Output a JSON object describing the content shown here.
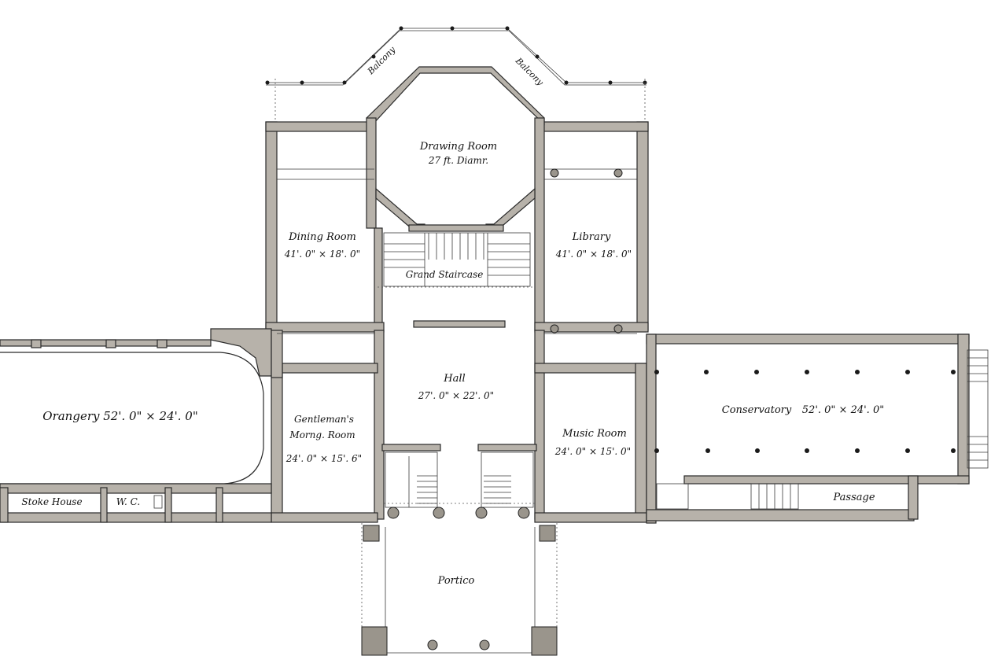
{
  "plan": {
    "rooms": {
      "drawing_room": {
        "name": "Drawing Room",
        "size": "27 ft. Diamr."
      },
      "dining_room": {
        "name": "Dining Room",
        "size": "41'. 0\" × 18'. 0\""
      },
      "library": {
        "name": "Library",
        "size": "41'. 0\" × 18'. 0\""
      },
      "grand_staircase": {
        "name": "Grand Staircase"
      },
      "hall": {
        "name": "Hall",
        "size": "27'. 0\" × 22'. 0\""
      },
      "gentlemans_room": {
        "name_line1": "Gentleman's",
        "name_line2": "Morng. Room",
        "size": "24'. 0\" × 15'. 6\""
      },
      "music_room": {
        "name": "Music Room",
        "size": "24'. 0\" × 15'. 0\""
      },
      "orangery": {
        "label": "Orangery 52'. 0\" × 24'. 0\""
      },
      "conservatory": {
        "name": "Conservatory",
        "size": "52'. 0\" × 24'. 0\""
      },
      "stoke_house": {
        "name": "Stoke House"
      },
      "wc": {
        "name": "W. C."
      },
      "passage": {
        "name": "Passage"
      },
      "portico": {
        "name": "Portico"
      }
    },
    "balcony": {
      "left": "Balcony",
      "right": "Balcony"
    }
  }
}
